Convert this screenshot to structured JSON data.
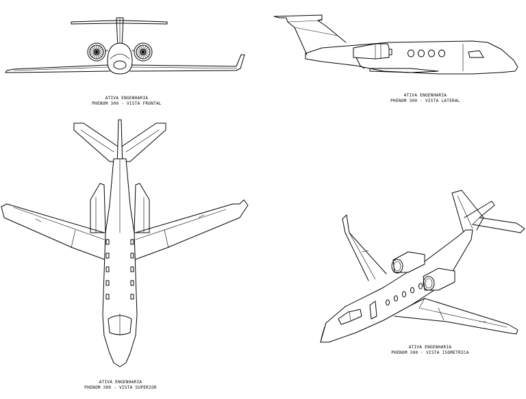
{
  "views": {
    "front": {
      "company": "ATIVA ENGENHARIA",
      "title": "PHENOM 300 - VISTA FRONTAL"
    },
    "side": {
      "company": "ATIVA ENGENHARIA",
      "title": "PHENOM 300 - VISTA LATERAL"
    },
    "top": {
      "company": "ATIVA ENGENHARIA",
      "title": "PHENOM 300 - VISTA SUPERIOR"
    },
    "iso": {
      "company": "ATIVA ENGENHARIA",
      "title": "PHENOM 300 - VISTA ISOMETRICA"
    }
  }
}
